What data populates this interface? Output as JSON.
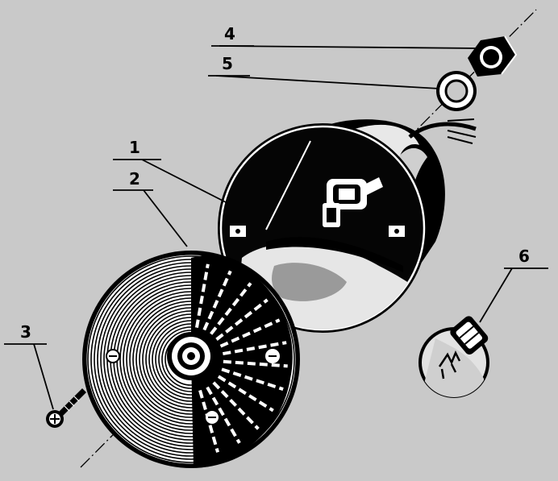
{
  "colors": {
    "background": "#c9c9c9",
    "ink": "#000000",
    "paper": "#ffffff",
    "shade": "#8a8a8a"
  },
  "callouts": {
    "one": "1",
    "two": "2",
    "three": "3",
    "four": "4",
    "five": "5",
    "six": "6"
  },
  "parts": [
    "lamp-housing",
    "lens",
    "lens-screw",
    "mounting-nut",
    "washer",
    "bulb"
  ]
}
